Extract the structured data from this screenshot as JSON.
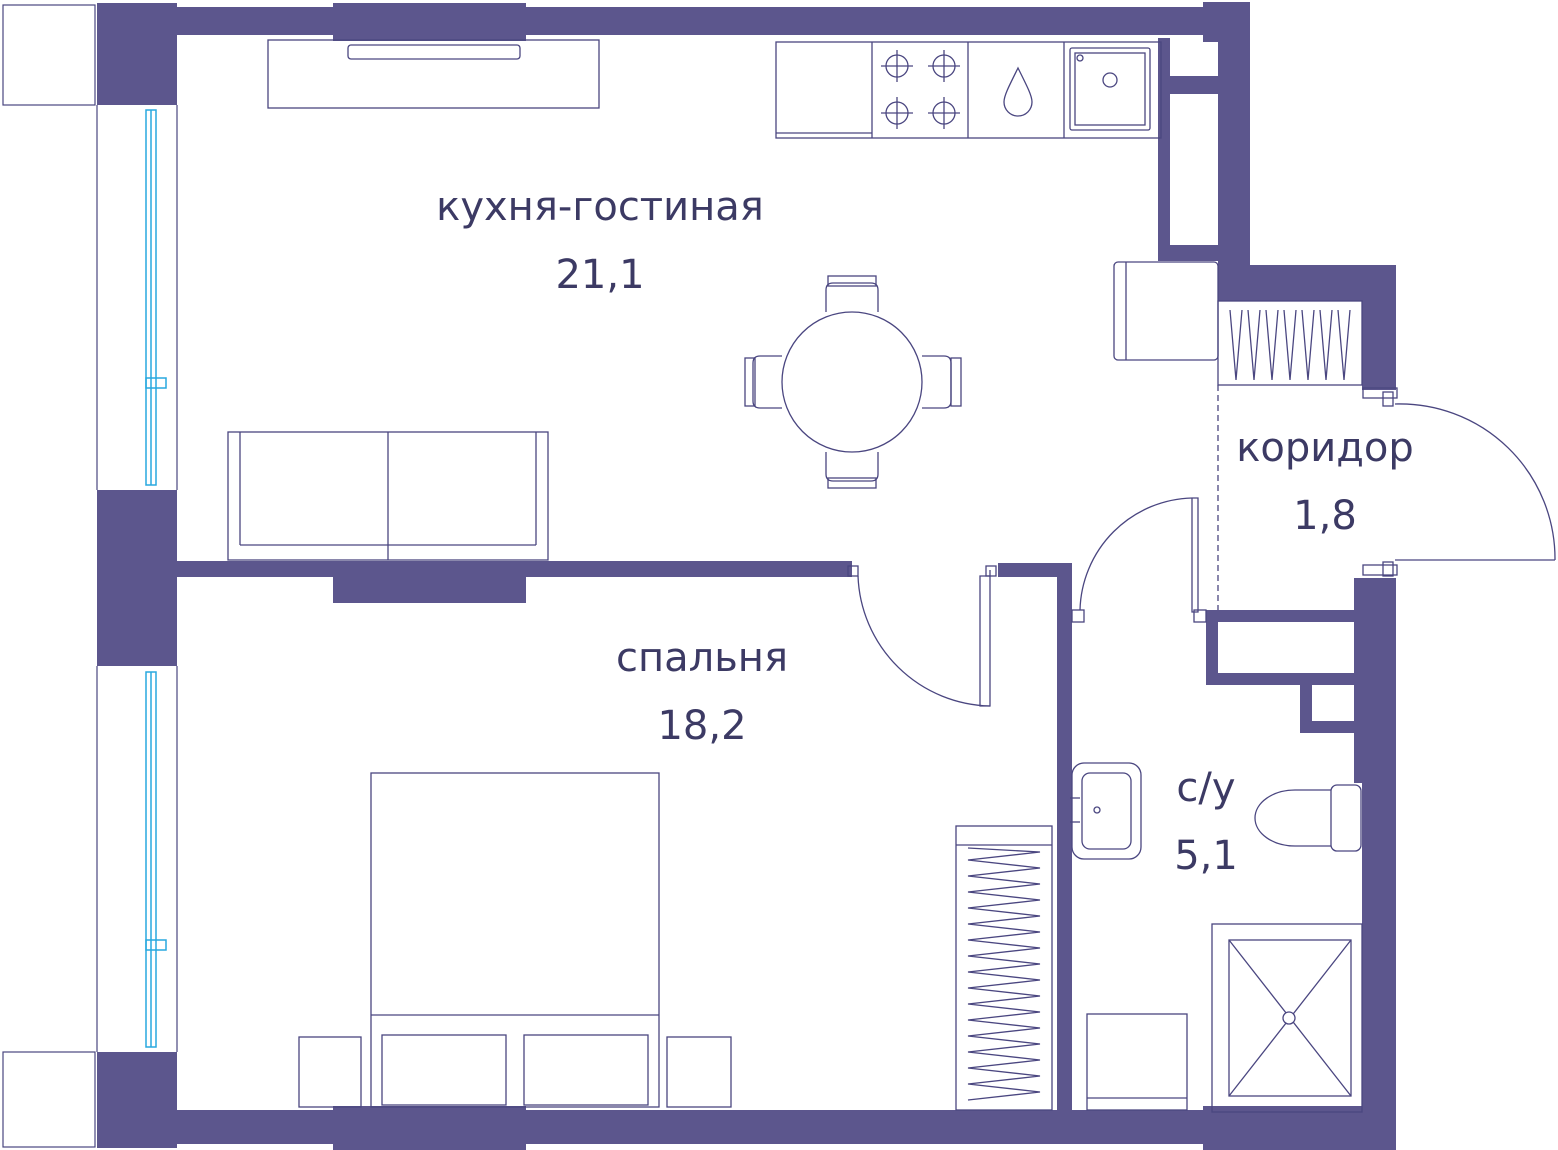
{
  "colors": {
    "wall": "#5c568d",
    "line": "#4a4680",
    "window": "#29a9df",
    "text": "#3c3a64",
    "background": "#ffffff"
  },
  "rooms": {
    "kitchen_living": {
      "name": "кухня-гостиная",
      "area": "21,1"
    },
    "corridor": {
      "name": "коридор",
      "area": "1,8"
    },
    "bedroom": {
      "name": "спальня",
      "area": "18,2"
    },
    "bathroom": {
      "name": "с/у",
      "area": "5,1"
    }
  },
  "fixtures": [
    "tv-icon",
    "cabinet-icon",
    "stove-icon",
    "water-drop-icon",
    "sink-icon",
    "fridge-icon",
    "dining-table-icon",
    "chair-icon",
    "sofa-icon",
    "wardrobe-icon",
    "bed-icon",
    "nightstand-icon",
    "washbasin-icon",
    "toilet-icon",
    "shower-tray-icon",
    "washing-machine-icon",
    "door-swing-icon"
  ]
}
